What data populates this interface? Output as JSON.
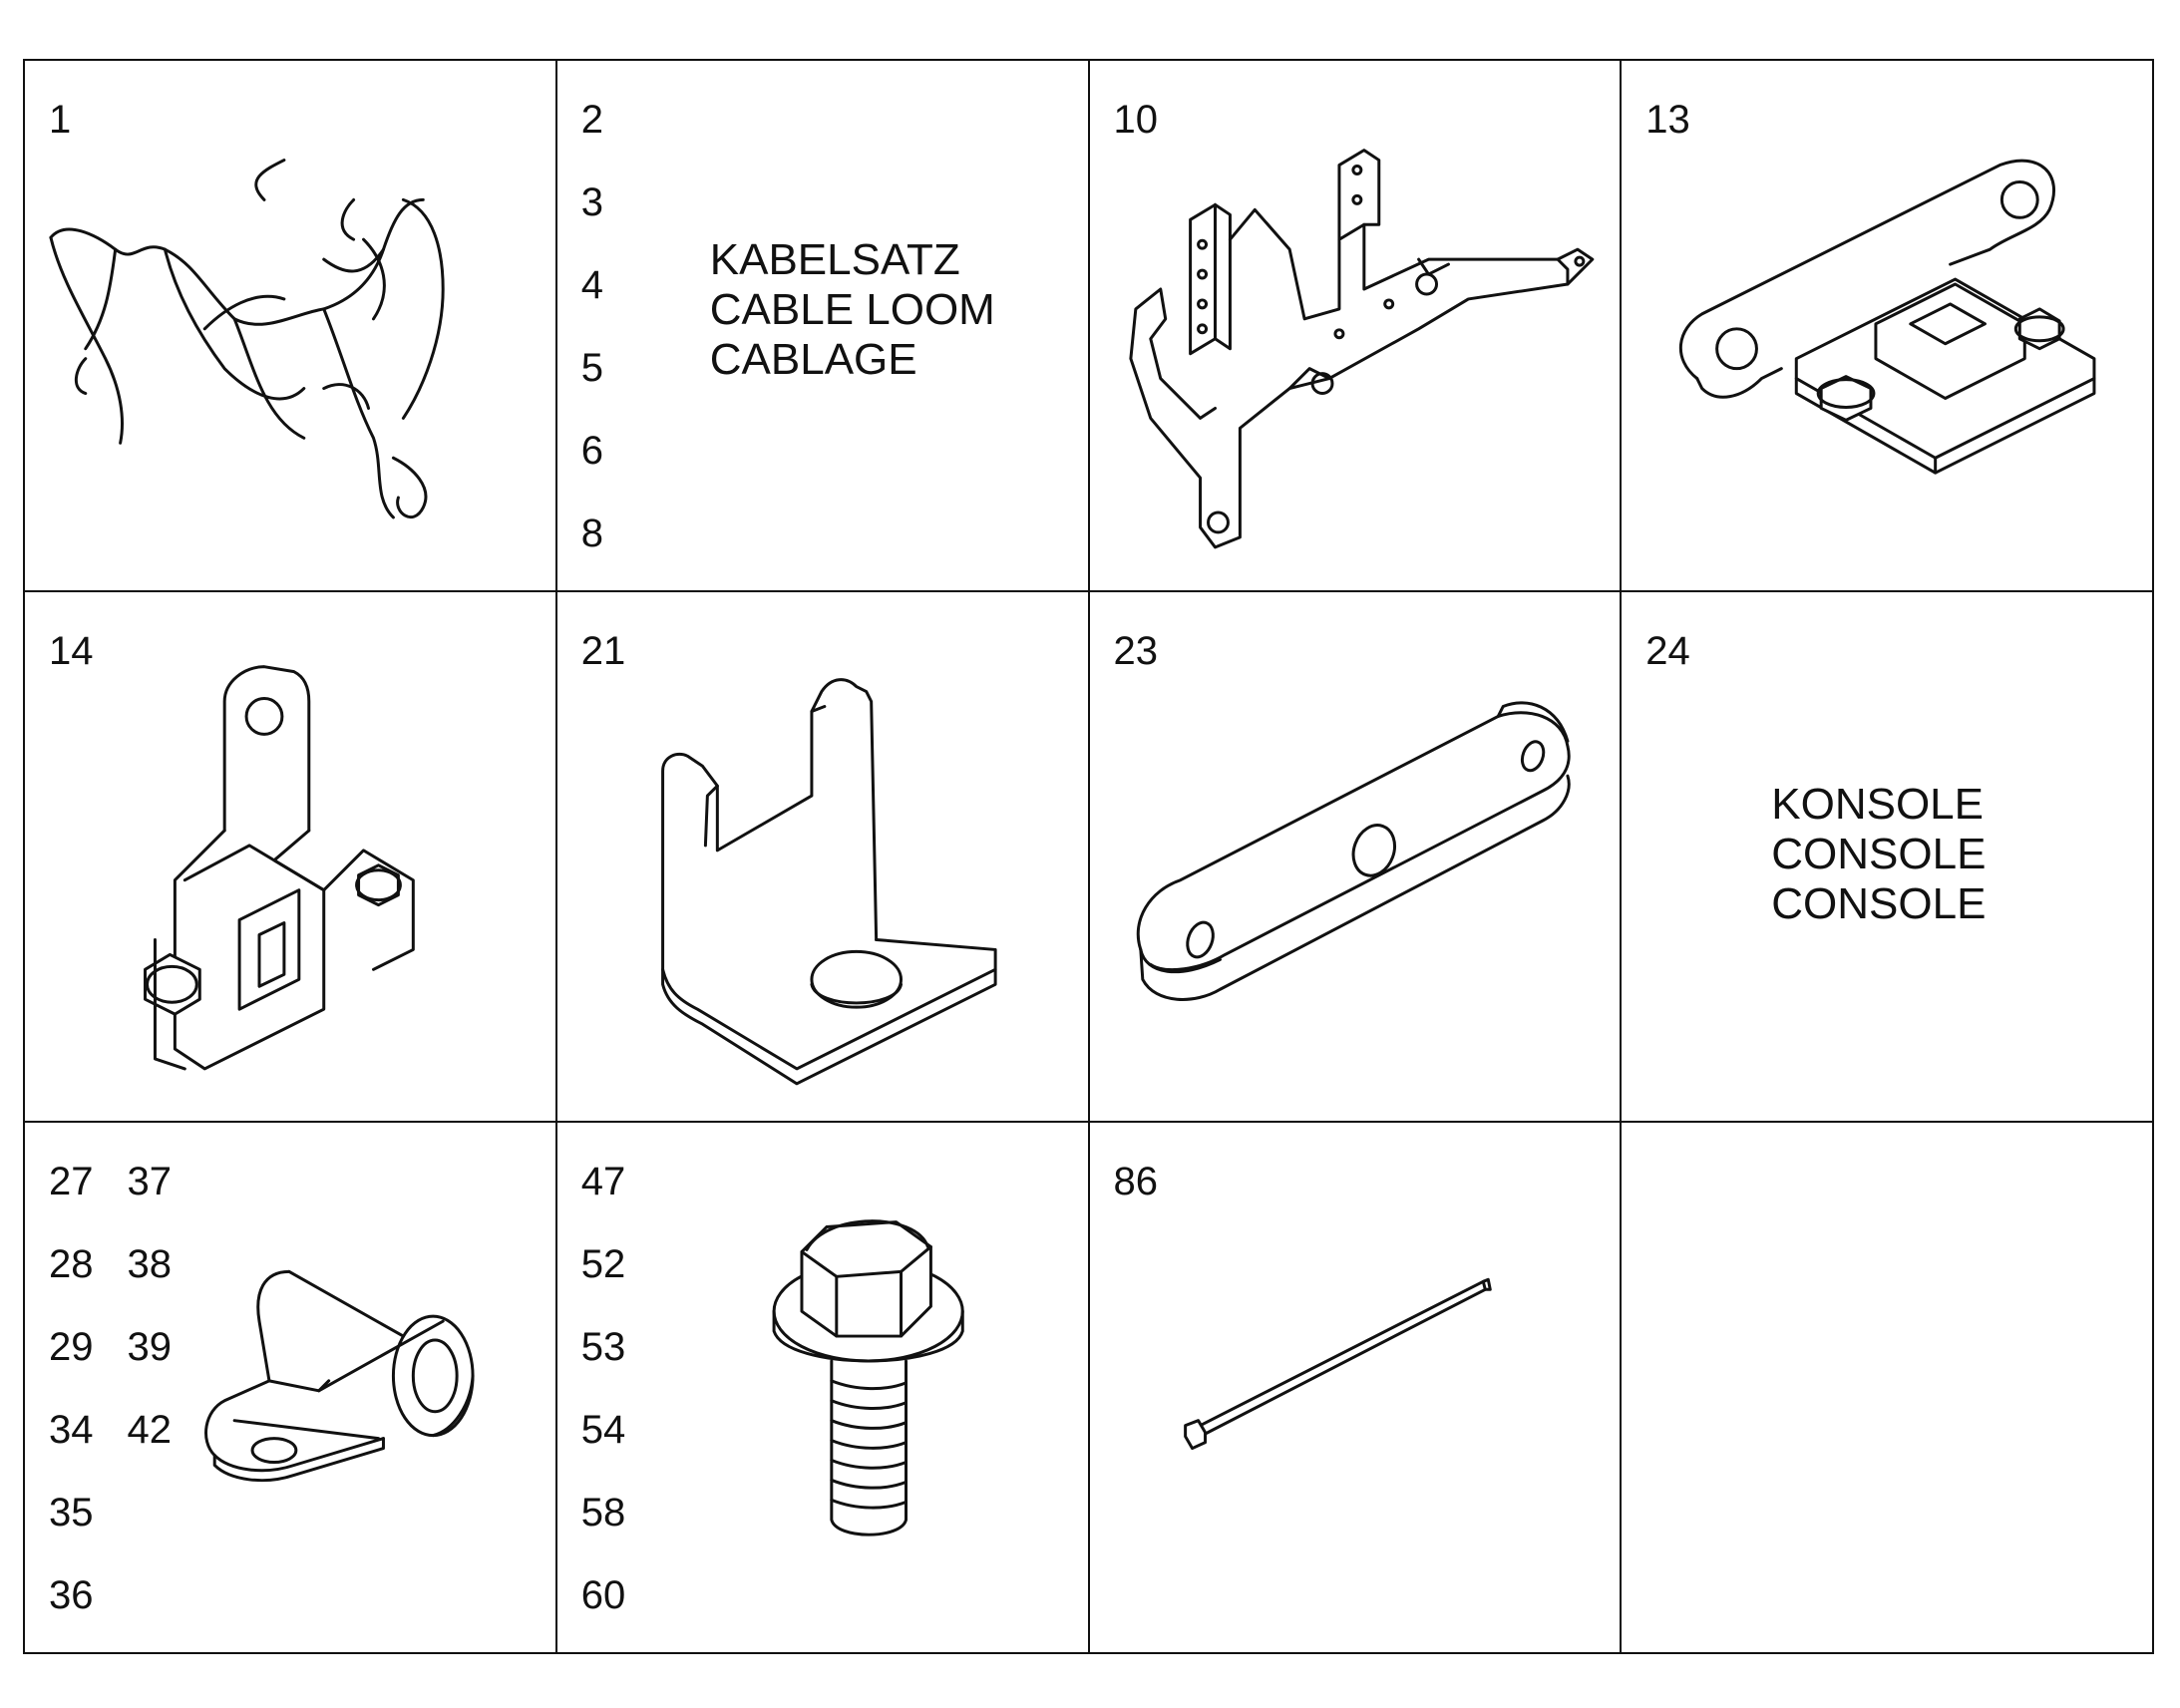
{
  "cells": [
    {
      "labels": [
        "1"
      ],
      "icon": "cable-loom-icon"
    },
    {
      "labels": [
        "2",
        "3",
        "4",
        "5",
        "6",
        "8"
      ],
      "description": [
        "KABELSATZ",
        "CABLE LOOM",
        "CABLAGE"
      ]
    },
    {
      "labels": [
        "10"
      ],
      "icon": "bracket-frame-icon"
    },
    {
      "labels": [
        "13"
      ],
      "icon": "link-plate-icon"
    },
    {
      "labels": [
        "14"
      ],
      "icon": "angle-bracket-icon"
    },
    {
      "labels": [
        "21"
      ],
      "icon": "l-bracket-icon"
    },
    {
      "labels": [
        "23"
      ],
      "icon": "flat-bar-icon"
    },
    {
      "labels": [
        "24"
      ],
      "description": [
        "KONSOLE",
        "CONSOLE",
        "CONSOLE"
      ]
    },
    {
      "labels_col1": [
        "27",
        "28",
        "29",
        "34",
        "35",
        "36"
      ],
      "labels_col2": [
        "37",
        "38",
        "39",
        "42"
      ],
      "icon": "cable-clamp-icon"
    },
    {
      "labels": [
        "47",
        "52",
        "53",
        "54",
        "58",
        "60"
      ],
      "icon": "flange-bolt-icon"
    },
    {
      "labels": [
        "86"
      ],
      "icon": "cable-tie-icon"
    },
    {
      "labels": []
    }
  ]
}
